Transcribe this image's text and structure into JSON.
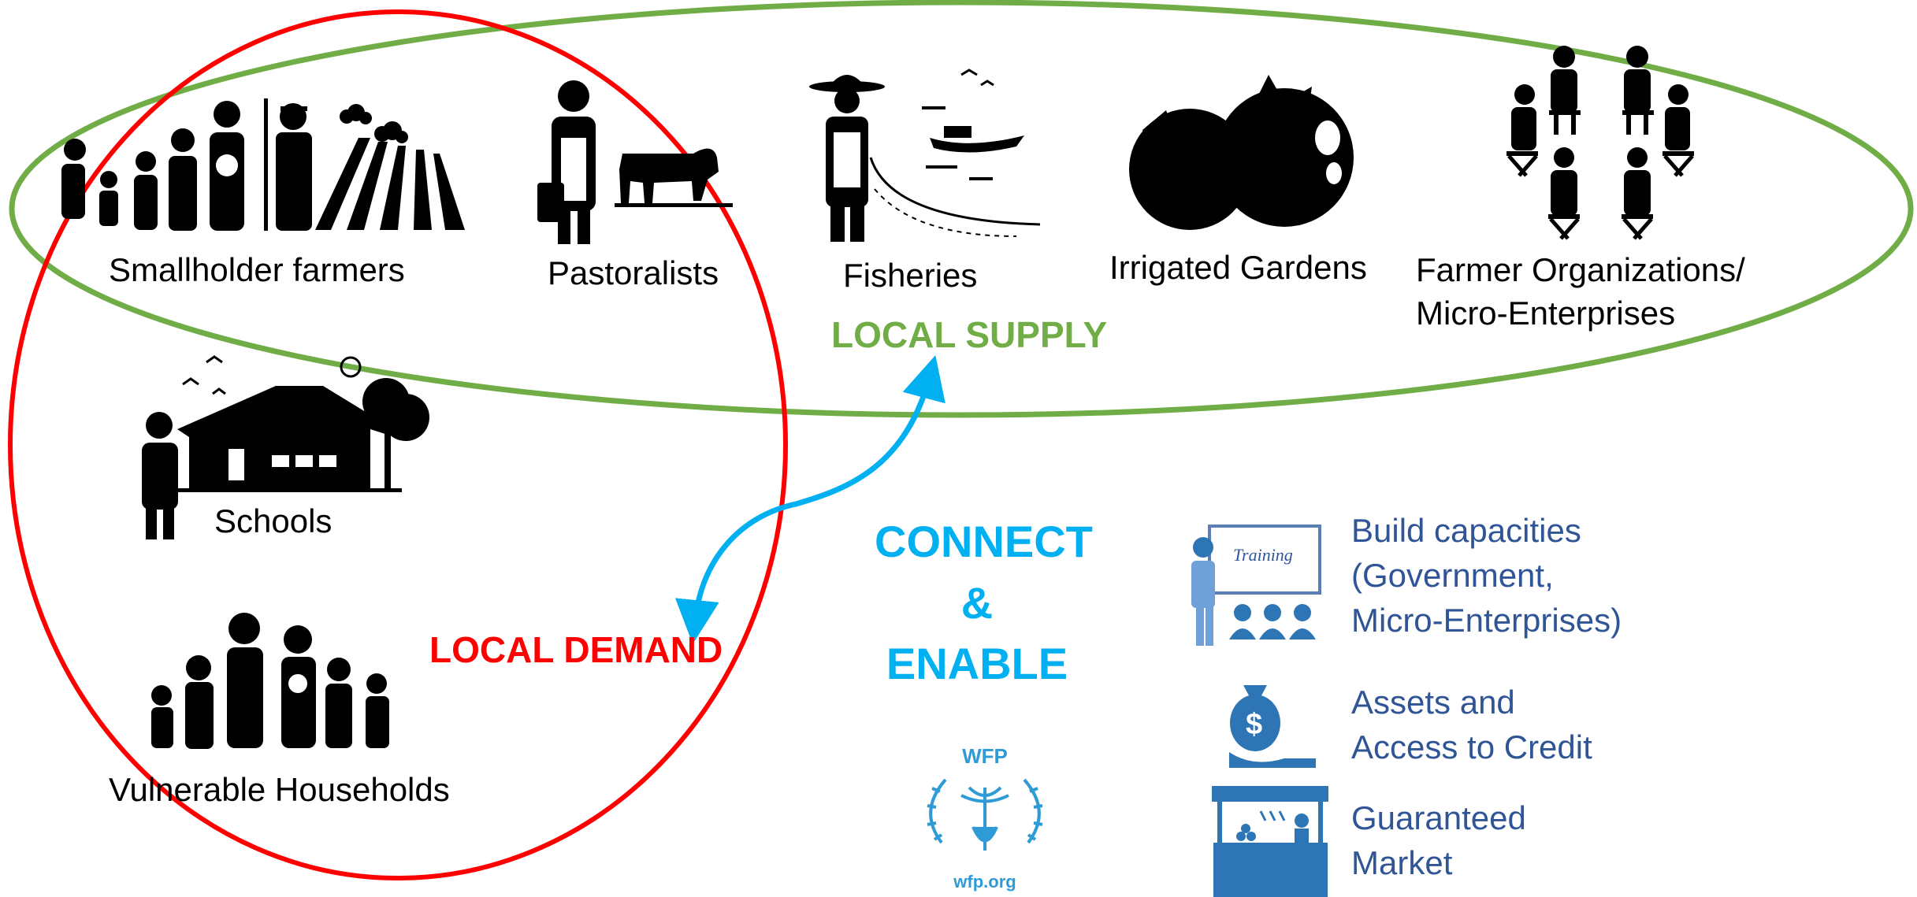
{
  "supply": {
    "title": "LOCAL SUPPLY",
    "color": "#70ad47",
    "items": [
      {
        "label": "Smallholder farmers",
        "icon": "family-farm-icon"
      },
      {
        "label": "Pastoralists",
        "icon": "pastoralist-cow-icon"
      },
      {
        "label": "Fisheries",
        "icon": "fisherman-boat-icon"
      },
      {
        "label": "Irrigated Gardens",
        "icon": "tomatoes-icon"
      },
      {
        "label": "Farmer Organizations/",
        "label2": "Micro-Enterprises",
        "icon": "group-meeting-icon"
      }
    ]
  },
  "demand": {
    "title": "LOCAL DEMAND",
    "color": "#ff0000",
    "items": [
      {
        "label": "Schools",
        "icon": "school-building-icon"
      },
      {
        "label": "Vulnerable Households",
        "icon": "family-icon"
      }
    ]
  },
  "connect": {
    "line1": "CONNECT",
    "line2": "&",
    "line3": "ENABLE",
    "color": "#00b0f0"
  },
  "enablers": {
    "color": "#2f5597",
    "items": [
      {
        "lines": [
          "Build capacities",
          "(Government,",
          "Micro-Enterprises)"
        ],
        "icon": "training-board-icon"
      },
      {
        "lines": [
          "Assets and",
          "Access to Credit"
        ],
        "icon": "money-bag-hand-icon"
      },
      {
        "lines": [
          "Guaranteed",
          "Market"
        ],
        "icon": "market-stall-icon"
      }
    ]
  },
  "logo": {
    "top": "WFP",
    "bottom": "wfp.org",
    "color": "#2e9bd6"
  }
}
